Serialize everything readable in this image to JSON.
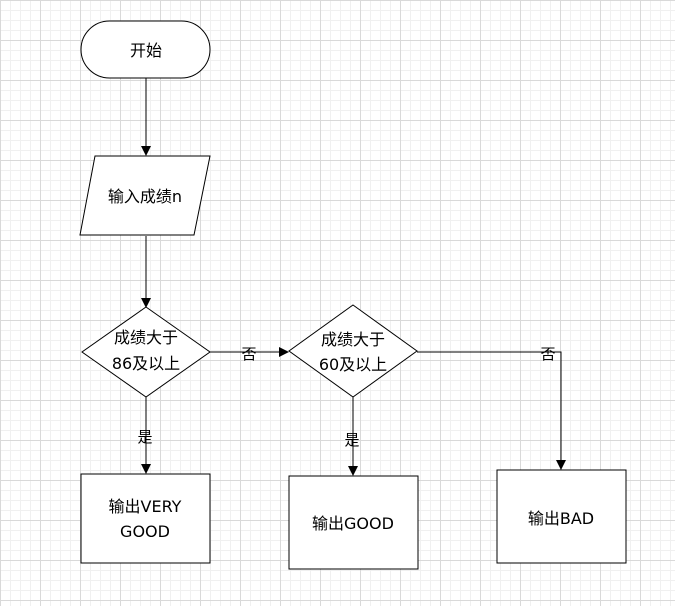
{
  "flowchart": {
    "start": {
      "label": "开始"
    },
    "input": {
      "label": "输入成绩n"
    },
    "decision1": {
      "line1": "成绩大于",
      "line2": "86及以上"
    },
    "decision2": {
      "line1": "成绩大于",
      "line2": "60及以上"
    },
    "output_very_good": {
      "line1": "输出VERY",
      "line2": "GOOD"
    },
    "output_good": {
      "label": "输出GOOD"
    },
    "output_bad": {
      "label": "输出BAD"
    },
    "edge_labels": {
      "d1_yes": "是",
      "d1_no": "否",
      "d2_yes": "是",
      "d2_no": "否"
    }
  }
}
